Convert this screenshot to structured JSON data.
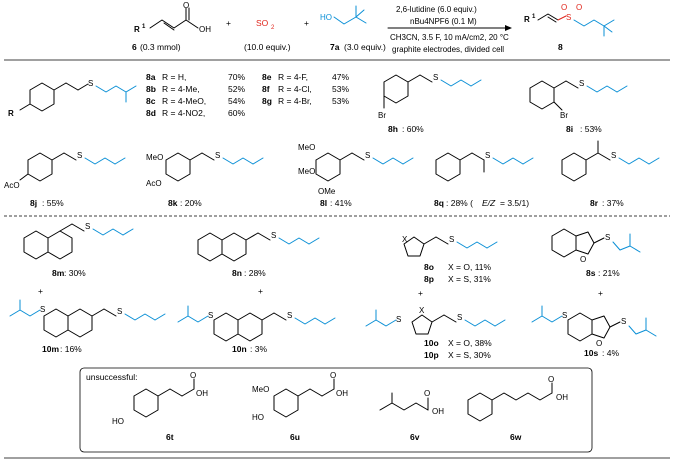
{
  "reaction": {
    "reactant_label": "6",
    "reactant_amount": "(0.3 mmol)",
    "reactant_R": "R",
    "reactant_R_sup": "1",
    "reactant_OH": "OH",
    "reactant_O": "O",
    "plus1": "+",
    "so2": "SO",
    "so2_sub": "2",
    "so2_amount": "(10.0 equiv.)",
    "plus2": "+",
    "alcohol_HO": "HO",
    "alcohol_label": "7a",
    "alcohol_amount": "(3.0 equiv.)",
    "cond1": "2,6-lutidine (6.0 equiv.)",
    "cond2": "nBu4NPF6 (0.1 M)",
    "cond3": "CH3CN, 3.5 F, 10 mA/cm2, 20 °C",
    "cond4": "graphite electrodes, divided cell",
    "product_label": "8",
    "product_R": "R",
    "product_R_sup": "1"
  },
  "series_8a_g": {
    "R_label": "R",
    "rows": [
      {
        "code": "8a",
        "desc": "R = H,",
        "yield": "70%"
      },
      {
        "code": "8b",
        "desc": "R = 4-Me,",
        "yield": "52%"
      },
      {
        "code": "8c",
        "desc": "R = 4-MeO,",
        "yield": "54%"
      },
      {
        "code": "8d",
        "desc": "R = 4-NO2,",
        "yield": "60%"
      },
      {
        "code": "8e",
        "desc": "R = 4-F,",
        "yield": "47%"
      },
      {
        "code": "8f",
        "desc": "R = 4-Cl,",
        "yield": "53%"
      },
      {
        "code": "8g",
        "desc": "R = 4-Br,",
        "yield": "53%"
      }
    ]
  },
  "products": {
    "p8h": {
      "code": "8h",
      "yield": ": 60%",
      "sub": "Br"
    },
    "p8i": {
      "code": "8i",
      "yield": ": 53%",
      "sub": "Br"
    },
    "p8j": {
      "code": "8j",
      "yield": ": 55%",
      "sub": "AcO"
    },
    "p8k": {
      "code": "8k",
      "yield": ": 20%",
      "sub1": "MeO",
      "sub2": "AcO"
    },
    "p8l": {
      "code": "8l",
      "yield": ": 41%",
      "sub1": "MeO",
      "sub2": "MeO",
      "sub3": "OMe"
    },
    "p8q": {
      "code": "8q",
      "yield": ": 28% (",
      "ratio": "E/Z",
      "ratio_val": " = 3.5/1)"
    },
    "p8r": {
      "code": "8r",
      "yield": ": 37%"
    },
    "p8m": {
      "code": "8m",
      "yield": ": 30%"
    },
    "p8n": {
      "code": "8n",
      "yield": ": 28%"
    },
    "p8o": {
      "code": "8o",
      "desc": "X = O, 11%"
    },
    "p8p": {
      "code": "8p",
      "desc": "X = S, 31%"
    },
    "p8o_X": "X",
    "p8s": {
      "code": "8s",
      "yield": ": 21%",
      "hetero": "O"
    },
    "p10m": {
      "code": "10m",
      "yield": ": 16%"
    },
    "p10n": {
      "code": "10n",
      "yield": ": 3%"
    },
    "p10o": {
      "code": "10o",
      "desc": "X = O, 38%"
    },
    "p10p": {
      "code": "10p",
      "desc": "X = S, 30%"
    },
    "p10o_X": "X",
    "p10s": {
      "code": "10s",
      "yield": ": 4%",
      "hetero": "O"
    },
    "plus": "+"
  },
  "sulfonyl": {
    "S": "S",
    "O": "O"
  },
  "unsuccessful": {
    "title": "unsuccessful:",
    "items": [
      {
        "code": "6t",
        "sub": "HO"
      },
      {
        "code": "6u",
        "sub1": "MeO",
        "sub2": "HO"
      },
      {
        "code": "6v"
      },
      {
        "code": "6w"
      }
    ],
    "OH": "OH",
    "O": "O"
  },
  "colors": {
    "so2": "#e0261c",
    "alcohol": "#0a8fd6"
  }
}
